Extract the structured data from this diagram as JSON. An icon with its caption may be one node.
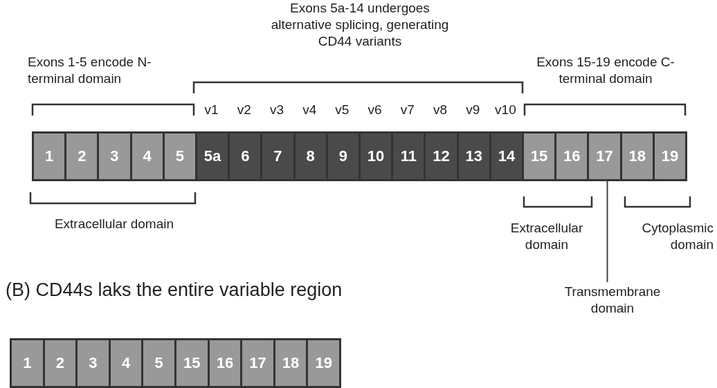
{
  "diagram": {
    "nodes": [
      {
        "text": [
          "1"
        ]
      },
      {
        "text": [
          "2"
        ]
      },
      {
        "text": [
          "3"
        ]
      },
      {
        "text": [
          "4"
        ]
      },
      {
        "text": [
          "5"
        ]
      },
      {
        "text": [
          "5a"
        ]
      },
      {
        "text": [
          "6"
        ]
      },
      {
        "text": [
          "7"
        ]
      },
      {
        "text": [
          "8"
        ]
      },
      {
        "text": [
          "9"
        ]
      },
      {
        "text": [
          "10"
        ]
      },
      {
        "text": [
          "11"
        ]
      },
      {
        "text": [
          "12"
        ]
      },
      {
        "text": [
          "13"
        ]
      },
      {
        "text": [
          "14"
        ]
      },
      {
        "text": [
          "15"
        ]
      },
      {
        "text": [
          "16"
        ]
      },
      {
        "text": [
          "17"
        ]
      },
      {
        "text": [
          "18"
        ]
      },
      {
        "text": [
          "19"
        ]
      },
      {
        "text": [
          "Transmembrane domain"
        ]
      },
      {
        "text": [
          "1"
        ]
      },
      {
        "text": [
          "2"
        ]
      },
      {
        "text": [
          "3"
        ]
      },
      {
        "text": [
          "4"
        ]
      },
      {
        "text": [
          "5"
        ]
      },
      {
        "text": [
          "15"
        ]
      },
      {
        "text": [
          "16"
        ]
      },
      {
        "text": [
          "17"
        ]
      },
      {
        "text": [
          "18"
        ]
      },
      {
        "text": [
          "19"
        ]
      }
    ],
    "edges": [
      {
        "from": 17,
        "to": 20,
        "arrow": "none"
      }
    ],
    "labels": [
      "Exons 5a-14 undergoes alternative splicing, generating CD44 variants",
      "Exons 1-5 encode N-terminal domain",
      "Exons 15-19 encode C-terminal domain",
      "v1",
      "v2",
      "v3",
      "v4",
      "v5",
      "v6",
      "v7",
      "v8",
      "v9",
      "v10",
      "Extracellular domain",
      "Extracellular domain",
      "Cytoplasmic domain",
      "(B) CD44s laks the entire variable region"
    ]
  }
}
